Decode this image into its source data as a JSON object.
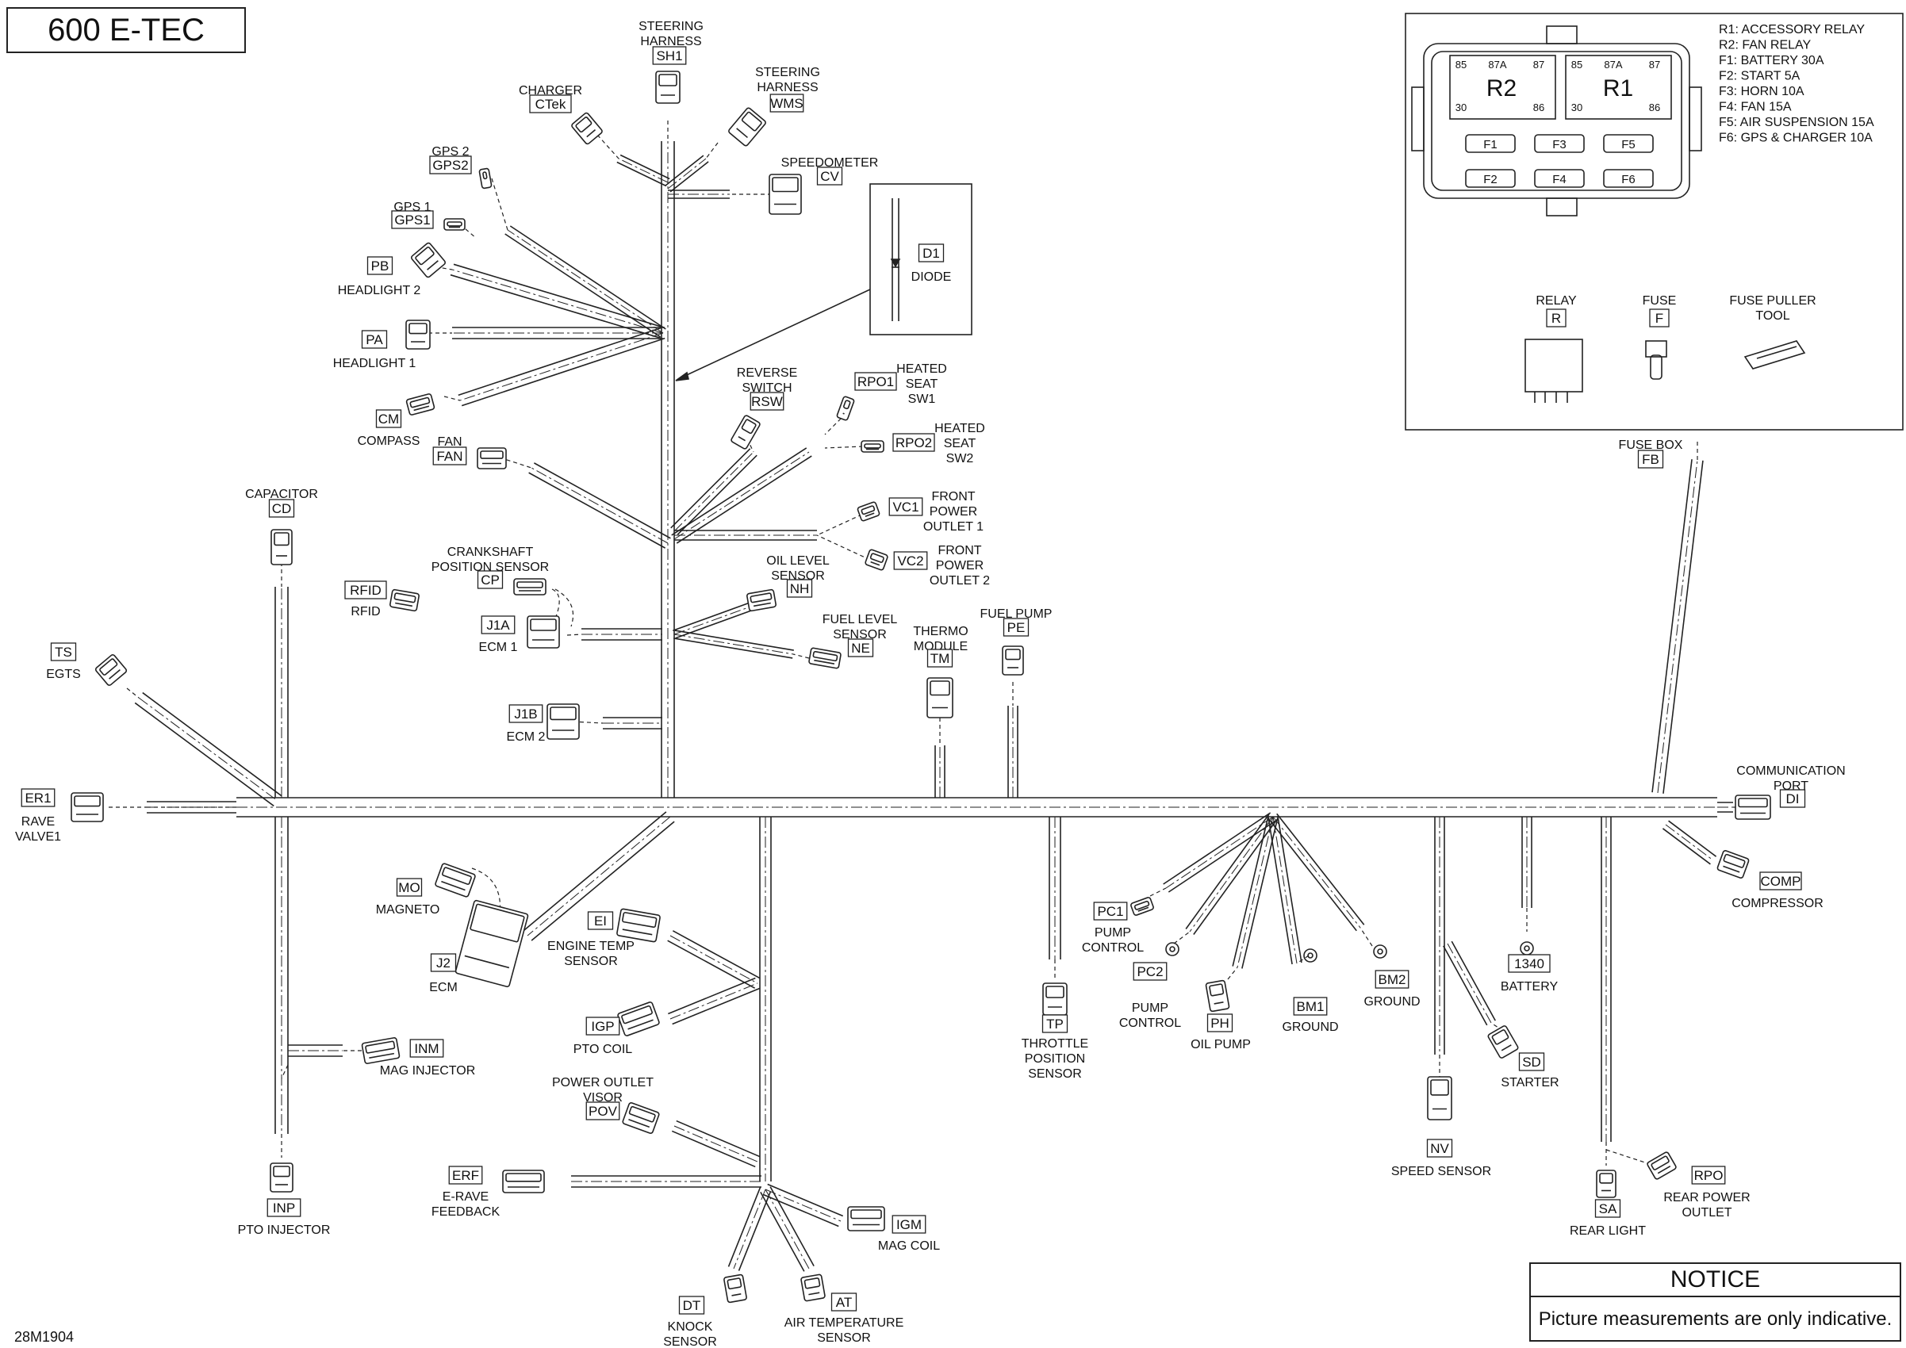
{
  "title": "600 E-TEC",
  "drawing_number": "28M1904",
  "notice": {
    "heading": "NOTICE",
    "text": "Picture measurements are only indicative."
  },
  "fuse_box": {
    "legend": [
      "R1: ACCESSORY RELAY",
      "R2: FAN RELAY",
      "F1: BATTERY 30A",
      "F2: START 5A",
      "F3: HORN 10A",
      "F4: FAN 15A",
      "F5: AIR SUSPENSION 15A",
      "F6: GPS & CHARGER 10A"
    ],
    "relay_labels": {
      "r2": "R2",
      "r1": "R1"
    },
    "relay_pins": [
      "85",
      "87A",
      "87",
      "30",
      "86"
    ],
    "fuses": [
      "F1",
      "F3",
      "F5",
      "F2",
      "F4",
      "F6"
    ],
    "parts": [
      {
        "name": "RELAY",
        "code": "R"
      },
      {
        "name": "FUSE",
        "code": "F"
      },
      {
        "name": "FUSE PULLER TOOL",
        "code": ""
      }
    ]
  },
  "components": [
    {
      "id": "sh1",
      "code": "SH1",
      "lines": [
        "STEERING",
        "HARNESS"
      ]
    },
    {
      "id": "wms",
      "code": "WMS",
      "lines": [
        "STEERING",
        "HARNESS"
      ]
    },
    {
      "id": "ctek",
      "code": "CTek",
      "lines": [
        "CHARGER"
      ]
    },
    {
      "id": "gps2",
      "code": "GPS2",
      "lines": [
        "GPS 2"
      ]
    },
    {
      "id": "gps1",
      "code": "GPS1",
      "lines": [
        "GPS 1"
      ]
    },
    {
      "id": "cv",
      "code": "CV",
      "lines": [
        "SPEEDOMETER"
      ]
    },
    {
      "id": "pb",
      "code": "PB",
      "lines": [
        "HEADLIGHT 2"
      ]
    },
    {
      "id": "pa",
      "code": "PA",
      "lines": [
        "HEADLIGHT 1"
      ]
    },
    {
      "id": "d1",
      "code": "D1",
      "lines": [
        "DIODE"
      ]
    },
    {
      "id": "cm",
      "code": "CM",
      "lines": [
        "COMPASS"
      ]
    },
    {
      "id": "fan",
      "code": "FAN",
      "lines": [
        "FAN"
      ]
    },
    {
      "id": "rsw",
      "code": "RSW",
      "lines": [
        "REVERSE",
        "SWITCH"
      ]
    },
    {
      "id": "rpo1",
      "code": "RPO1",
      "lines": [
        "HEATED",
        "SEAT",
        "SW1"
      ]
    },
    {
      "id": "rpo2",
      "code": "RPO2",
      "lines": [
        "HEATED",
        "SEAT",
        "SW2"
      ]
    },
    {
      "id": "vc1",
      "code": "VC1",
      "lines": [
        "FRONT",
        "POWER",
        "OUTLET 1"
      ]
    },
    {
      "id": "vc2",
      "code": "VC2",
      "lines": [
        "FRONT",
        "POWER",
        "OUTLET 2"
      ]
    },
    {
      "id": "cd",
      "code": "CD",
      "lines": [
        "CAPACITOR"
      ]
    },
    {
      "id": "cp",
      "code": "CP",
      "lines": [
        "CRANKSHAFT",
        "POSITION SENSOR"
      ]
    },
    {
      "id": "rfid",
      "code": "RFID",
      "lines": [
        "RFID"
      ]
    },
    {
      "id": "nh",
      "code": "NH",
      "lines": [
        "OIL LEVEL",
        "SENSOR"
      ]
    },
    {
      "id": "ne",
      "code": "NE",
      "lines": [
        "FUEL LEVEL",
        "SENSOR"
      ]
    },
    {
      "id": "j1a",
      "code": "J1A",
      "lines": [
        "ECM 1"
      ]
    },
    {
      "id": "tm",
      "code": "TM",
      "lines": [
        "THERMO",
        "MODULE"
      ]
    },
    {
      "id": "pe",
      "code": "PE",
      "lines": [
        "FUEL PUMP"
      ]
    },
    {
      "id": "ts",
      "code": "TS",
      "lines": [
        "EGTS"
      ]
    },
    {
      "id": "j1b",
      "code": "J1B",
      "lines": [
        "ECM 2"
      ]
    },
    {
      "id": "er1",
      "code": "ER1",
      "lines": [
        "RAVE",
        "VALVE1"
      ]
    },
    {
      "id": "di",
      "code": "DI",
      "lines": [
        "COMMUNICATION",
        "PORT"
      ]
    },
    {
      "id": "fb",
      "code": "FB",
      "lines": [
        "FUSE BOX"
      ]
    },
    {
      "id": "mo",
      "code": "MO",
      "lines": [
        "MAGNETO"
      ]
    },
    {
      "id": "j2",
      "code": "J2",
      "lines": [
        "ECM"
      ]
    },
    {
      "id": "ei",
      "code": "EI",
      "lines": [
        "ENGINE TEMP",
        "SENSOR"
      ]
    },
    {
      "id": "igp",
      "code": "IGP",
      "lines": [
        "PTO COIL"
      ]
    },
    {
      "id": "inm",
      "code": "INM",
      "lines": [
        "MAG INJECTOR"
      ]
    },
    {
      "id": "pov",
      "code": "POV",
      "lines": [
        "POWER OUTLET",
        "VISOR"
      ]
    },
    {
      "id": "erf",
      "code": "ERF",
      "lines": [
        "E-RAVE",
        "FEEDBACK"
      ]
    },
    {
      "id": "igm",
      "code": "IGM",
      "lines": [
        "MAG COIL"
      ]
    },
    {
      "id": "inp",
      "code": "INP",
      "lines": [
        "PTO INJECTOR"
      ]
    },
    {
      "id": "dt",
      "code": "DT",
      "lines": [
        "KNOCK",
        "SENSOR"
      ]
    },
    {
      "id": "at",
      "code": "AT",
      "lines": [
        "AIR TEMPERATURE",
        "SENSOR"
      ]
    },
    {
      "id": "tp",
      "code": "TP",
      "lines": [
        "THROTTLE",
        "POSITION",
        "SENSOR"
      ]
    },
    {
      "id": "pc1",
      "code": "PC1",
      "lines": [
        "PUMP",
        "CONTROL"
      ]
    },
    {
      "id": "pc2",
      "code": "PC2",
      "lines": [
        "PUMP",
        "CONTROL"
      ]
    },
    {
      "id": "ph",
      "code": "PH",
      "lines": [
        "OIL PUMP"
      ]
    },
    {
      "id": "bm1",
      "code": "BM1",
      "lines": [
        "GROUND"
      ]
    },
    {
      "id": "bm2",
      "code": "BM2",
      "lines": [
        "GROUND"
      ]
    },
    {
      "id": "nv",
      "code": "NV",
      "lines": [
        "SPEED SENSOR"
      ]
    },
    {
      "id": "sd",
      "code": "SD",
      "lines": [
        "STARTER"
      ]
    },
    {
      "id": "bat",
      "code": "1340",
      "lines": [
        "BATTERY"
      ]
    },
    {
      "id": "sa",
      "code": "SA",
      "lines": [
        "REAR LIGHT"
      ]
    },
    {
      "id": "rpo",
      "code": "RPO",
      "lines": [
        "REAR POWER",
        "OUTLET"
      ]
    },
    {
      "id": "comp",
      "code": "COMP",
      "lines": [
        "COMPRESSOR"
      ]
    }
  ]
}
